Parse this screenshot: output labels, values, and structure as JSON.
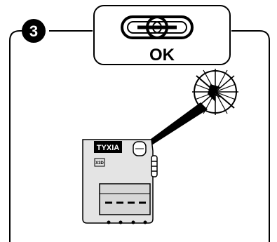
{
  "step": {
    "number": "3"
  },
  "status_box": {
    "label": "OK",
    "icon": "chain-link-icon"
  },
  "device": {
    "brand": "TYXIA",
    "badge": "X3D",
    "button_icon": "push-button-icon"
  },
  "indicator": {
    "icon": "flash-burst-icon"
  },
  "colors": {
    "line": "#000000",
    "device_body": "#e4e4e4",
    "device_face": "#d6d6d6",
    "brand_bg": "#000000",
    "brand_text": "#ffffff"
  }
}
